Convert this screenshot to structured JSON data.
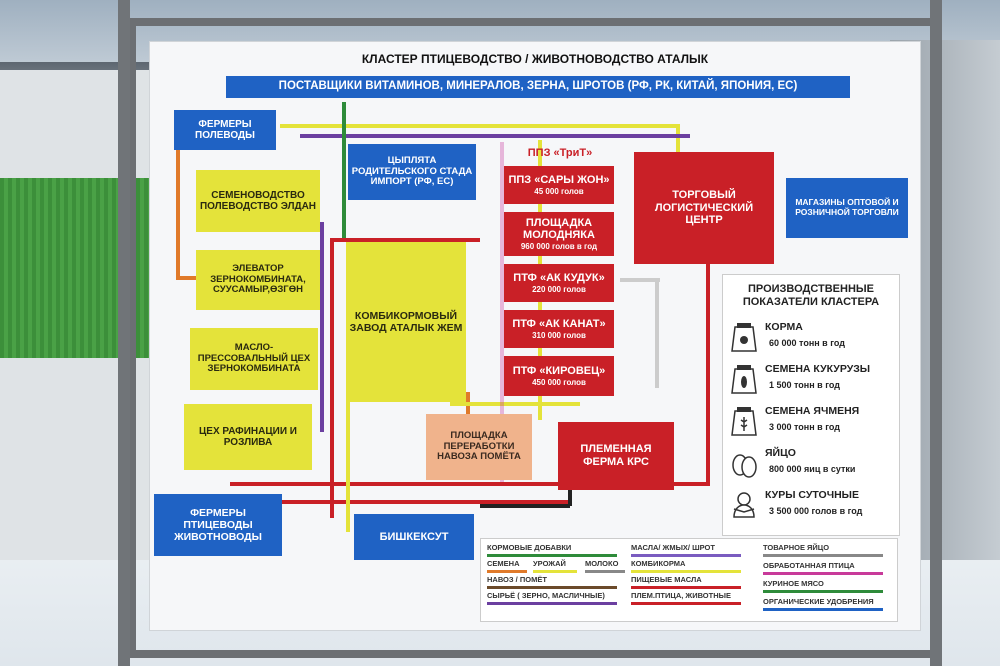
{
  "title": "КЛАСТЕР ПТИЦЕВОДСТВО / ЖИВОТНОВОДСТВО АТАЛЫК",
  "suppliers": "ПОСТАВЩИКИ ВИТАМИНОВ, МИНЕРАЛОВ, ЗЕРНА, ШРОТОВ (РФ, РК, КИТАЙ, ЯПОНИЯ, ЕС)",
  "farmers_field": "ФЕРМЕРЫ ПОЛЕВОДЫ",
  "chicks": "ЦЫПЛЯТА РОДИТЕЛЬСКОГО СТАДА ИМПОРТ (РФ, ЕС)",
  "ppz_label": "ППЗ «ТриТ»",
  "seed_farming": "СЕМЕНОВОДСТВО ПОЛЕВОДСТВО ЭЛДАН",
  "elevator": "ЭЛЕВАТОР ЗЕРНОКОМБИНАТА, СУУСАМЫР,ӨЗГӨН",
  "oil_press": "МАСЛО- ПРЕССОВАЛЬНЫЙ ЦЕХ ЗЕРНОКОМБИНАТА",
  "refinery": "ЦЕХ РАФИНАЦИИ И РОЗЛИВА",
  "feed_plant": "КОМБИКОРМОВЫЙ ЗАВОД АТАЛЫК ЖЕМ",
  "farms": [
    {
      "name": "ППЗ «САРЫ ЖОН»",
      "count": "45 000 голов"
    },
    {
      "name": "ПЛОЩАДКА МОЛОДНЯКА",
      "count": "960 000 голов в год"
    },
    {
      "name": "ПТФ «АК КУДУК»",
      "count": "220 000 голов"
    },
    {
      "name": "ПТФ «АК КАНАТ»",
      "count": "310 000 голов"
    },
    {
      "name": "ПТФ «КИРОВЕЦ»",
      "count": "450 000 голов"
    }
  ],
  "logistics": "ТОРГОВЫЙ ЛОГИСТИЧЕСКИЙ ЦЕНТР",
  "shops": "МАГАЗИНЫ ОПТОВОЙ И РОЗНИЧНОЙ ТОРГОВЛИ",
  "manure": "ПЛОЩАДКА ПЕРЕРАБОТКИ НАВОЗА ПОМЁТА",
  "breeding": "ПЛЕМЕННАЯ ФЕРМА КРС",
  "farmers_livestock": "ФЕРМЕРЫ ПТИЦЕВОДЫ ЖИВОТНОВОДЫ",
  "bishkeksut": "БИШКЕКСУТ",
  "stats": {
    "title": "ПРОИЗВОДСТВЕННЫЕ ПОКАЗАТЕЛИ КЛАСТЕРА",
    "items": [
      {
        "name": "КОРМА",
        "value": "60 000 тонн в год",
        "icon": "feed-bag-icon"
      },
      {
        "name": "СЕМЕНА КУКУРУЗЫ",
        "value": "1 500 тонн в год",
        "icon": "corn-seed-bag-icon"
      },
      {
        "name": "СЕМЕНА ЯЧМЕНЯ",
        "value": "3 000 тонн в год",
        "icon": "barley-seed-bag-icon"
      },
      {
        "name": "ЯЙЦО",
        "value": "800 000 яиц в сутки",
        "icon": "eggs-icon"
      },
      {
        "name": "КУРЫ СУТОЧНЫЕ",
        "value": "3 500 000 голов в год",
        "icon": "chick-icon"
      }
    ]
  },
  "legend": {
    "col1": [
      "КОРМОВЫЕ ДОБАВКИ",
      "СЕМЕНА",
      "УРОЖАЙ",
      "МОЛОКО",
      "НАВОЗ / ПОМЁТ",
      "СЫРЬЁ ( ЗЕРНО, МАСЛИЧНЫЕ)"
    ],
    "col2": [
      "МАСЛА/ ЖМЫХ/ ШРОТ",
      "КОМБИКОРМА",
      "ПИЩЕВЫЕ МАСЛА",
      "ПЛЕМ.ПТИЦА, ЖИВОТНЫЕ"
    ],
    "col3": [
      "ТОВАРНОЕ ЯЙЦО",
      "ОБРАБОТАННАЯ ПТИЦА",
      "КУРИНОЕ МЯСО",
      "ОРГАНИЧЕСКИЕ УДОБРЕНИЯ"
    ]
  },
  "colors": {
    "blue": "#1f62c4",
    "yellow": "#e4e33a",
    "red": "#c92027",
    "green": "#2e8b3a",
    "purple": "#6b3fa0",
    "orange": "#e07a2a",
    "brown": "#6b4a2a"
  }
}
